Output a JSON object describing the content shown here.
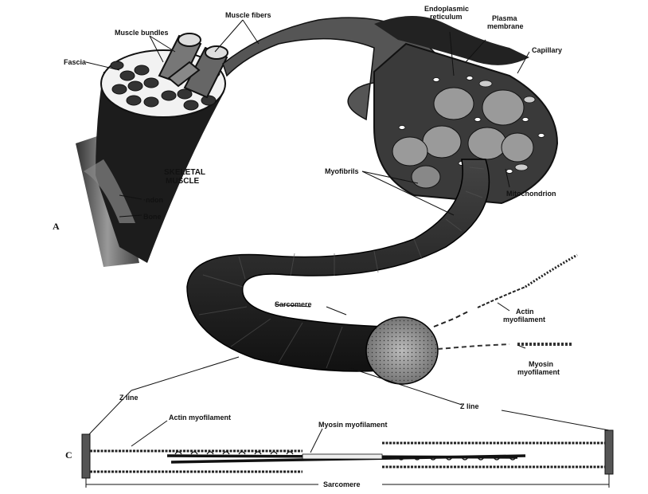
{
  "panels": {
    "a": "A",
    "c": "C"
  },
  "labels": {
    "muscle_bundles": "Muscle bundles",
    "muscle_fibers": "Muscle fibers",
    "fascia": "Fascia",
    "skeletal_muscle_1": "SKELETAL",
    "skeletal_muscle_2": "MUSCLE",
    "tendon": "·ndon",
    "bone": "Bone",
    "er_1": "Endoplasmic",
    "er_2": "reticulum",
    "plasma_1": "Plasma",
    "plasma_2": "membrane",
    "capillary": "Capillary",
    "myofibrils": "Myofibrils",
    "mitochondrion": "Mitochondrion",
    "actin_1": "Actin",
    "actin_2": "myofilament",
    "myosin_1": "Myosin",
    "myosin_2": "myofilament",
    "sarcomere_mid": "Sarcomere",
    "z_line_left": "Z line",
    "z_line_right": "Z line",
    "actin_bottom": "Actin myofilament",
    "myosin_bottom": "Myosin myofilament",
    "sarcomere_bottom": "Sarcomere"
  }
}
